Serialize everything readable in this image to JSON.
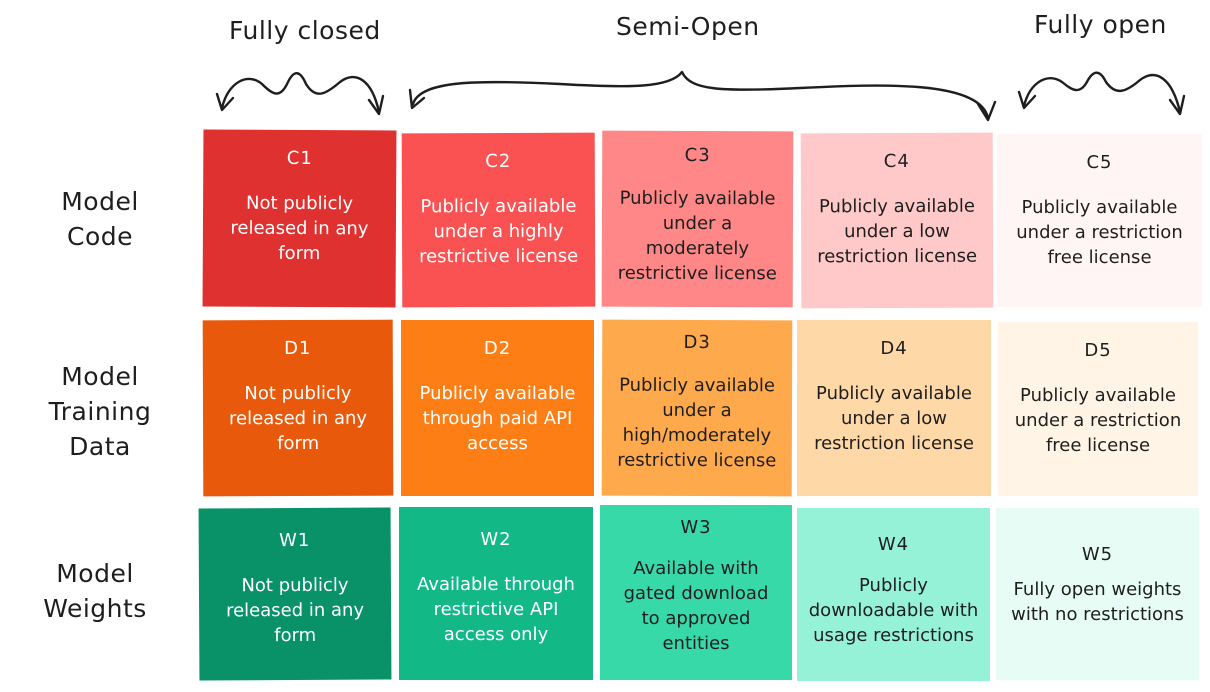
{
  "columns": {
    "fully_closed": "Fully closed",
    "semi_open": "Semi-Open",
    "fully_open": "Fully open"
  },
  "rows": {
    "code": {
      "label_line1": "Model",
      "label_line2": "Code",
      "cells": [
        {
          "id": "C1",
          "line1": "Not publicly",
          "line2": "released in any",
          "line3": "form",
          "line4": "",
          "color": "#e03131"
        },
        {
          "id": "C2",
          "line1": "Publicly available",
          "line2": "under a highly",
          "line3": "restrictive license",
          "line4": "",
          "color": "#fa5252"
        },
        {
          "id": "C3",
          "line1": "Publicly available",
          "line2": "under a",
          "line3": "moderately",
          "line4": "restrictive license",
          "color": "#ff8787"
        },
        {
          "id": "C4",
          "line1": "Publicly available",
          "line2": "under a low",
          "line3": "restriction license",
          "line4": "",
          "color": "#ffc9c9"
        },
        {
          "id": "C5",
          "line1": "Publicly available",
          "line2": "under a restriction",
          "line3": "free license",
          "line4": "",
          "color": "#fff5f5"
        }
      ]
    },
    "data": {
      "label_line1": "Model",
      "label_line2": "Training",
      "label_line3": "Data",
      "cells": [
        {
          "id": "D1",
          "line1": "Not publicly",
          "line2": "released in any",
          "line3": "form",
          "line4": "",
          "color": "#e8590c"
        },
        {
          "id": "D2",
          "line1": "Publicly available",
          "line2": "through paid API",
          "line3": "access",
          "line4": "",
          "color": "#fd7e14"
        },
        {
          "id": "D3",
          "line1": "Publicly available",
          "line2": "under a",
          "line3": "high/moderately",
          "line4": "restrictive license",
          "color": "#ffa94d"
        },
        {
          "id": "D4",
          "line1": "Publicly available",
          "line2": "under a low",
          "line3": "restriction license",
          "line4": "",
          "color": "#ffd8a8"
        },
        {
          "id": "D5",
          "line1": "Publicly available",
          "line2": "under a restriction",
          "line3": "free license",
          "line4": "",
          "color": "#fff4e6"
        }
      ]
    },
    "weights": {
      "label_line1": "Model",
      "label_line2": "Weights",
      "cells": [
        {
          "id": "W1",
          "line1": "Not publicly",
          "line2": "released in any",
          "line3": "form",
          "line4": "",
          "color": "#099268"
        },
        {
          "id": "W2",
          "line1": "Available through",
          "line2": "restrictive API",
          "line3": "access only",
          "line4": "",
          "color": "#12b886"
        },
        {
          "id": "W3",
          "line1": "Available with",
          "line2": "gated download",
          "line3": "to approved",
          "line4": "entities",
          "color": "#38d9a9"
        },
        {
          "id": "W4",
          "line1": "Publicly",
          "line2": "downloadable with",
          "line3": "usage restrictions",
          "line4": "",
          "color": "#96f2d7"
        },
        {
          "id": "W5",
          "line1": "",
          "line2": "Fully open weights",
          "line3": "with no restrictions",
          "line4": "",
          "color": "#e6fcf5"
        }
      ]
    }
  }
}
